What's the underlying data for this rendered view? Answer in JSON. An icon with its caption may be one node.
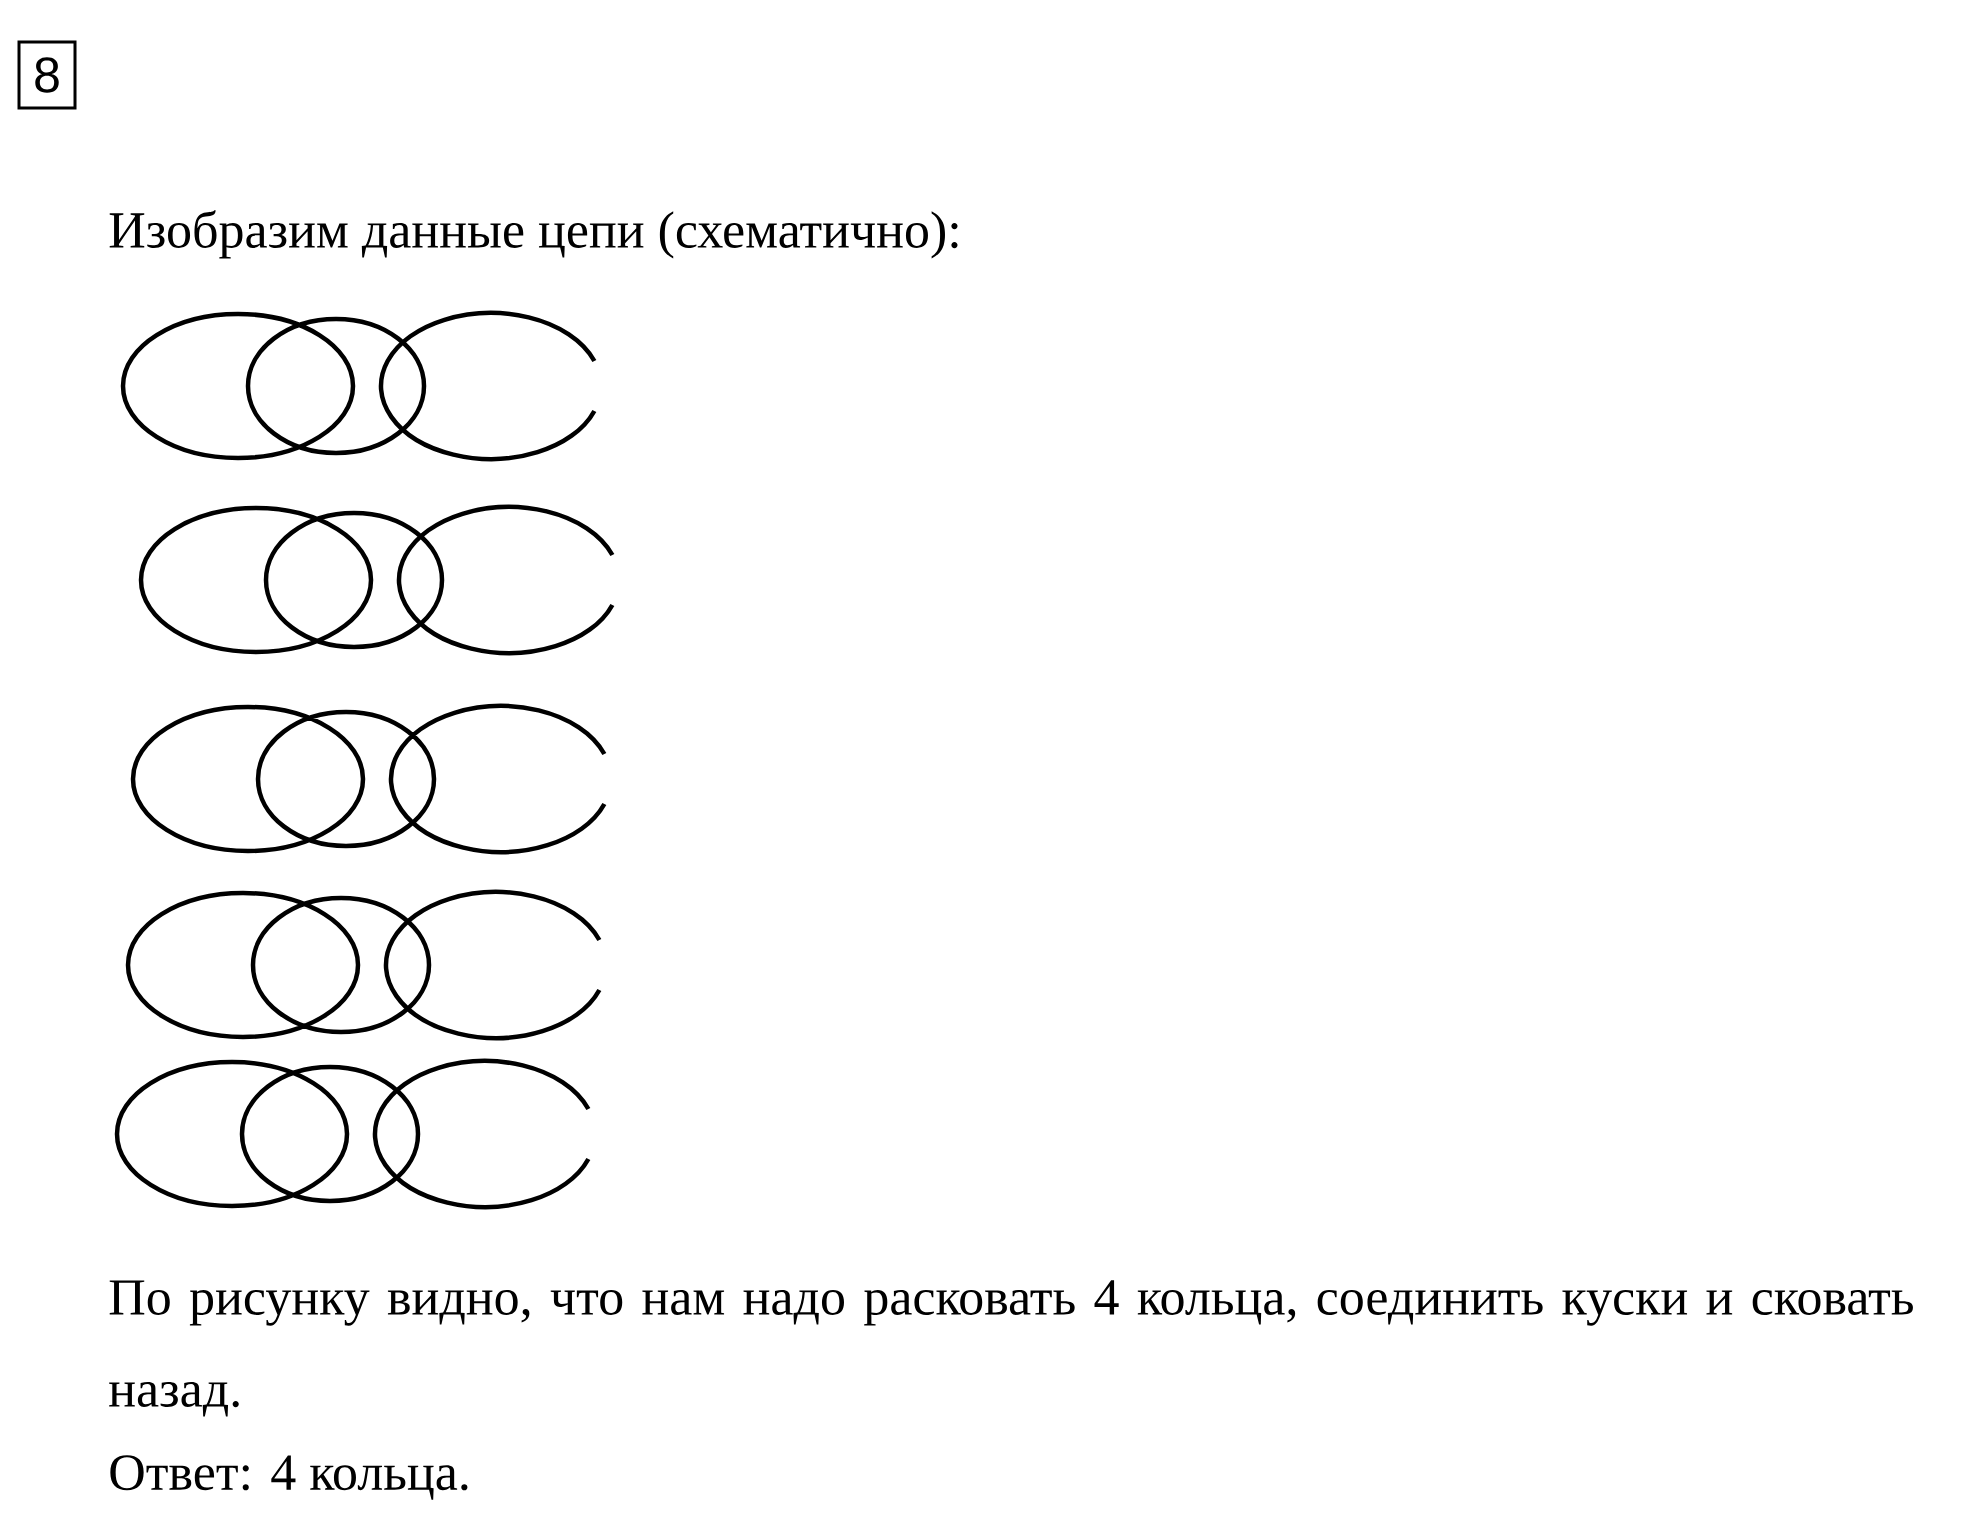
{
  "diagram": {
    "nodes": [
      {
        "text": [
          "8"
        ]
      }
    ],
    "edges": [],
    "labels": [
      "Изобразим данные цепи (схематично):",
      "По рисунку видно, что нам надо расковать 4 кольца, соединить куски и сковать назад.",
      "Ответ: 4 кольца."
    ]
  }
}
